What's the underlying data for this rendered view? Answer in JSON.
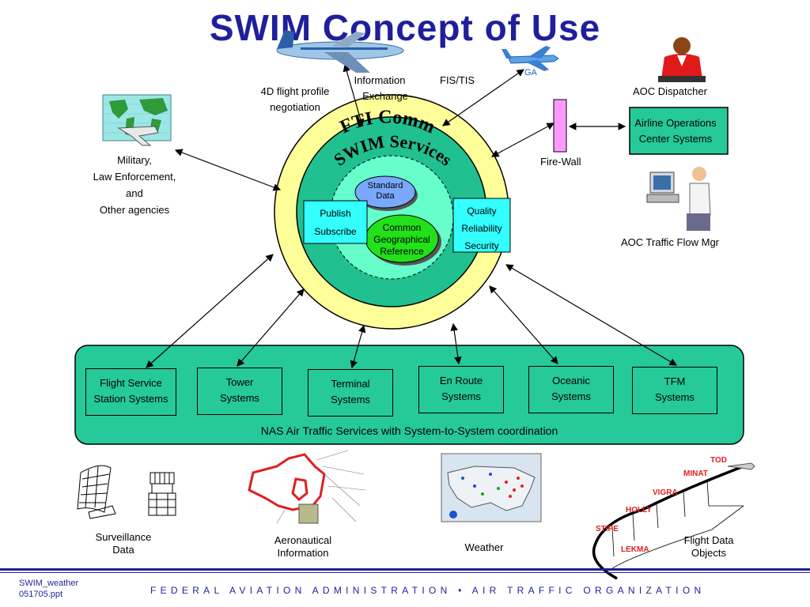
{
  "title": "SWIM Concept of Use",
  "top_labels": {
    "ga": "GA",
    "flight_profile_line1": "4D flight profile",
    "flight_profile_line2": "negotiation",
    "info_exchange_line1": "Information",
    "info_exchange_line2": "Exchange",
    "fis_tis": "FIS/TIS",
    "aoc_dispatcher": "AOC Dispatcher",
    "fire_wall": "Fire-Wall",
    "airline_ops_line1": "Airline Operations",
    "airline_ops_line2": "Center Systems",
    "aoc_traffic": "AOC Traffic Flow Mgr",
    "military_line1": "Military,",
    "military_line2": "Law Enforcement,",
    "military_line3": "and",
    "military_line4": "Other agencies"
  },
  "core": {
    "fti_comm": "FTI Comm",
    "swim_services": "SWIM Services",
    "standard_data_line1": "Standard",
    "standard_data_line2": "Data",
    "publish": "Publish",
    "subscribe": "Subscribe",
    "common_line1": "Common",
    "common_line2": "Geographical",
    "common_line3": "Reference",
    "quality": "Quality",
    "reliability": "Reliability",
    "security": "Security"
  },
  "nas": {
    "caption": "NAS Air Traffic Services with System-to-System coordination",
    "systems": [
      {
        "line1": "Flight Service",
        "line2": "Station Systems"
      },
      {
        "line1": "Tower",
        "line2": "Systems"
      },
      {
        "line1": "Terminal",
        "line2": "Systems"
      },
      {
        "line1": "En Route",
        "line2": "Systems"
      },
      {
        "line1": "Oceanic",
        "line2": "Systems"
      },
      {
        "line1": "TFM",
        "line2": "Systems"
      }
    ]
  },
  "bottom": {
    "surveillance_line1": "Surveillance",
    "surveillance_line2": "Data",
    "aero_line1": "Aeronautical",
    "aero_line2": "Information",
    "weather": "Weather",
    "fdo_line1": "Flight Data",
    "fdo_line2": "Objects",
    "waypoints": [
      "TOD",
      "MINAT",
      "VIGRA",
      "HOLLY",
      "STIPE",
      "LEKMA"
    ]
  },
  "footer": {
    "file_line1": "SWIM_weather",
    "file_line2": "051705.ppt",
    "org": "FEDERAL AVIATION ADMINISTRATION • AIR TRAFFIC ORGANIZATION"
  },
  "colors": {
    "title_blue": "#1f1f9c",
    "nas_green": "#26c99a",
    "ring_yellow": "#ffff99",
    "swim_green": "#20c090",
    "standard_data_blue": "#7aa8ff",
    "common_green": "#22e01a",
    "cyan_box": "#33ffff",
    "firewall_pink": "#ff99ff",
    "route_red": "#e0201f"
  },
  "icons": [
    "airliner-icon",
    "small-plane-icon",
    "dispatcher-person-icon",
    "world-map-icon",
    "computer-operator-icon",
    "radar-icon",
    "tower-icon",
    "airspace-map-icon",
    "weather-map-icon",
    "aircraft-icon"
  ]
}
